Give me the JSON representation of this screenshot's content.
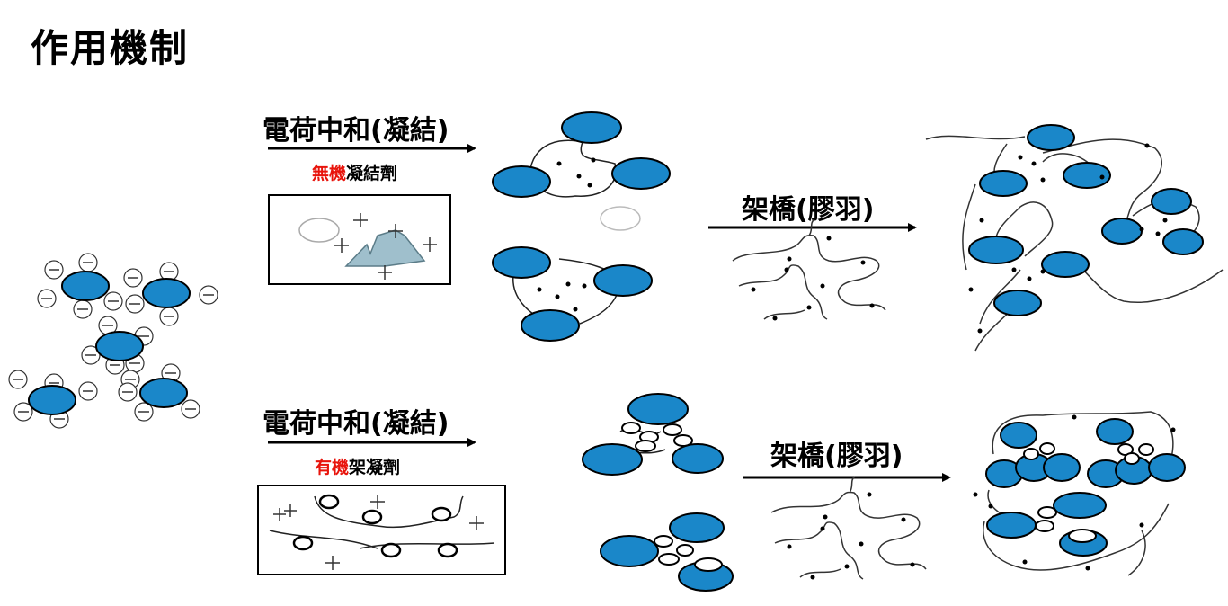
{
  "slide": {
    "title": "作用機制"
  },
  "process_top": {
    "step1_label": "電荷中和(凝結)",
    "agent_highlight": "無機",
    "agent_rest": "凝結劑",
    "step2_label": "架橋(膠羽)"
  },
  "process_bottom": {
    "step1_label": "電荷中和(凝結)",
    "agent_highlight": "有機",
    "agent_rest": "架凝劑",
    "step2_label": "架橋(膠羽)"
  },
  "colors": {
    "particle_fill": "#1a87c9",
    "outline": "#000000",
    "highlight_text": "#e8140c",
    "aggregate_fill": "#9fbfcc"
  }
}
